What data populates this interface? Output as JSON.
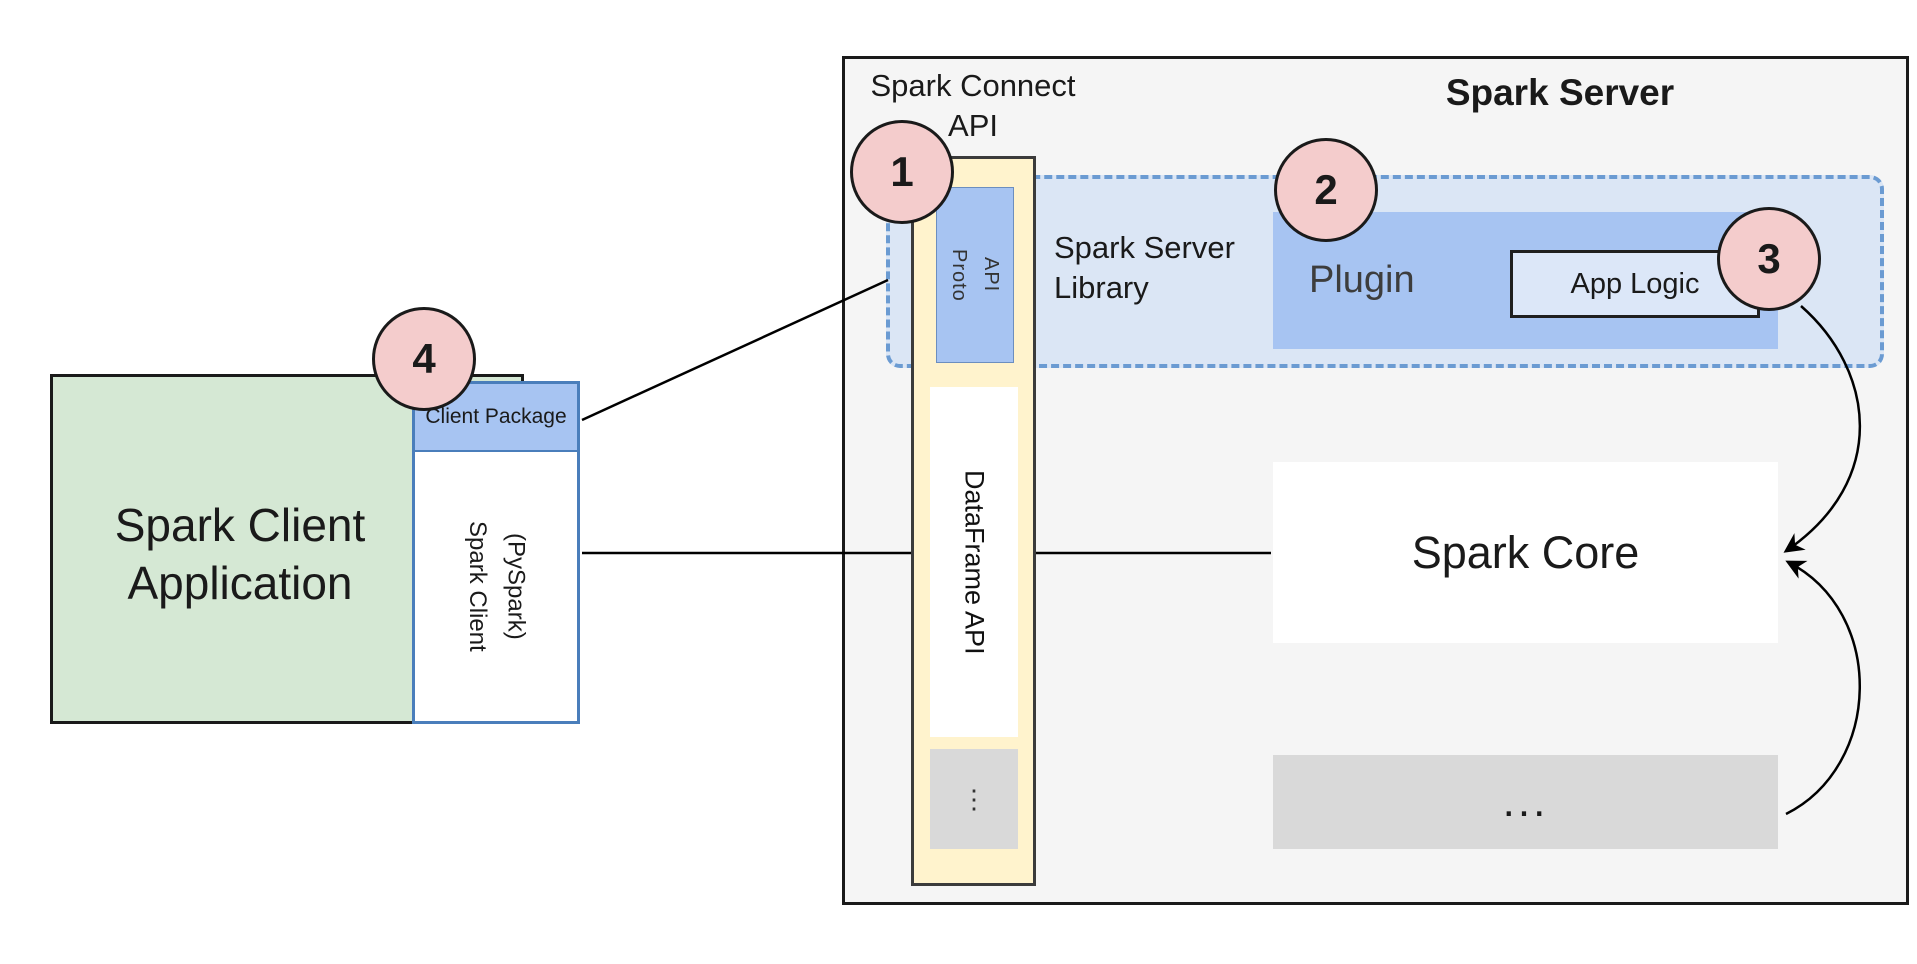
{
  "client": {
    "app_label": "Spark Client Application",
    "badge": "4",
    "package": {
      "header": "Client Package",
      "line1": "Spark Client",
      "line2": "(PySpark)"
    }
  },
  "server": {
    "title": "Spark Server",
    "connect_api_label": "Spark Connect API",
    "api_column": {
      "badge": "1",
      "proto_line1": "Proto",
      "proto_line2": "API",
      "dataframe_label": "DataFrame API",
      "more_label": "⋮"
    },
    "library": {
      "label": "Spark Server Library",
      "plugin": {
        "badge": "2",
        "label": "Plugin"
      },
      "app_logic": {
        "badge": "3",
        "label": "App Logic"
      }
    },
    "core_label": "Spark Core",
    "more_label": "..."
  },
  "colors": {
    "client_fill": "#d5e8d4",
    "accent_blue": "#a7c4f2",
    "library_fill": "#dbe6f5",
    "library_border": "#6b9bd2",
    "column_fill": "#fff3cd",
    "badge_fill": "#f4cccc",
    "gray_fill": "#d9d9d9",
    "client_border": "#4a7ebb",
    "panel_fill": "#f5f5f5",
    "line_color": "#1a1a1a"
  }
}
